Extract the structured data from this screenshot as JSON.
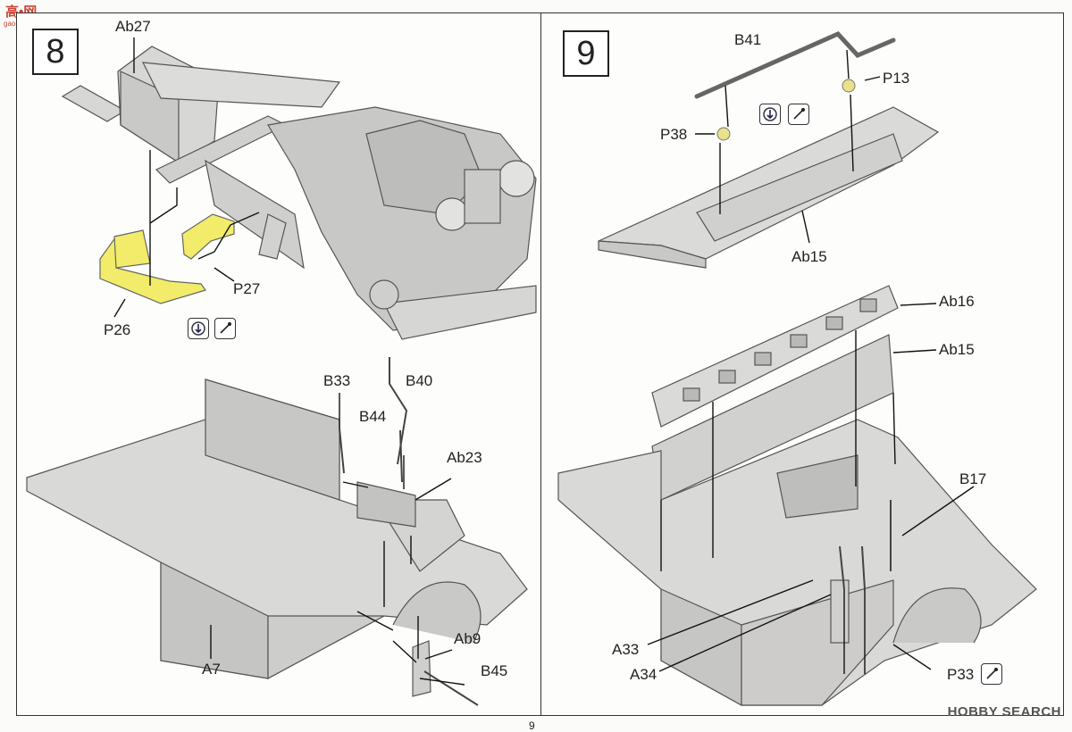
{
  "site": {
    "logo": "高•网",
    "sub": "gao-shou.com"
  },
  "watermark": "HOBBY SEARCH",
  "page_number": "9",
  "step8": {
    "number": "8",
    "labels": {
      "ab27": "Ab27",
      "p27": "P27",
      "p26": "P26",
      "b33": "B33",
      "b40": "B40",
      "b44": "B44",
      "ab23": "Ab23",
      "ab9": "Ab9",
      "b45": "B45",
      "a7": "A7"
    }
  },
  "step9": {
    "number": "9",
    "labels": {
      "b41": "B41",
      "p13": "P13",
      "p38": "P38",
      "ab15_top": "Ab15",
      "ab16": "Ab16",
      "ab15": "Ab15",
      "b17": "B17",
      "a33": "A33",
      "a34": "A34",
      "p33": "P33"
    }
  }
}
